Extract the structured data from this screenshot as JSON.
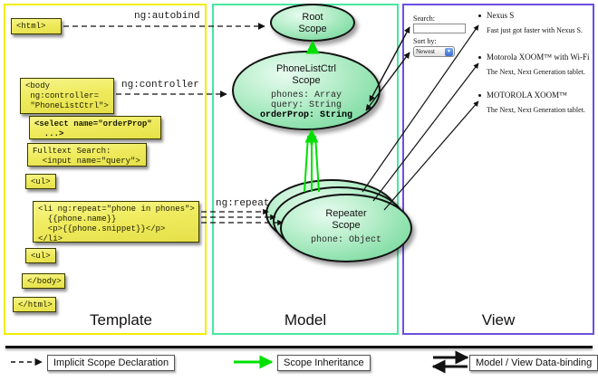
{
  "diagram": {
    "title": "AngularJS Template / Model / View data-binding diagram",
    "panels": {
      "template": {
        "label": "Template",
        "border_color": "#f2ee00"
      },
      "model": {
        "label": "Model",
        "border_color": "#49e6a0"
      },
      "view": {
        "label": "View",
        "border_color": "#6c4fe0"
      }
    }
  },
  "template_panel": {
    "boxes": [
      {
        "name": "html-open",
        "text": "<html>"
      },
      {
        "name": "body-open",
        "text": "<body\n ng:controller=\n \"PhoneListCtrl\">"
      },
      {
        "name": "select-tag",
        "text": "<select name=\"orderProp\"\n  ...>"
      },
      {
        "name": "search-input",
        "text": "Fulltext Search:\n  <input name=\"query\">"
      },
      {
        "name": "ul-open",
        "text": "<ul>"
      },
      {
        "name": "li-repeat",
        "text": "<li ng:repeat=\"phone in phones\">\n  {{phone.name}}\n  <p>{{phone.snippet}}</p>\n</li>"
      },
      {
        "name": "ul-close",
        "text": "<ul>"
      },
      {
        "name": "body-close",
        "text": "</body>"
      },
      {
        "name": "html-close",
        "text": "</html>"
      }
    ]
  },
  "model_panel": {
    "scopes": [
      {
        "name": "root-scope",
        "title_line1": "Root",
        "title_line2": "Scope",
        "properties": []
      },
      {
        "name": "phonelistctrl-scope",
        "title_line1": "PhoneListCtrl",
        "title_line2": "Scope",
        "properties": [
          {
            "text": "phones: Array",
            "bold": false
          },
          {
            "text": "query: String",
            "bold": false
          },
          {
            "text": "orderProp: String",
            "bold": true
          }
        ]
      },
      {
        "name": "repeater-scope",
        "title_line1": "Repeater",
        "title_line2": "Scope",
        "properties": [
          {
            "text": "phone: Object",
            "bold": false
          }
        ]
      }
    ]
  },
  "view_panel": {
    "search_label": "Search:",
    "search_value": "",
    "search_placeholder": "",
    "sort_label": "Sort by:",
    "sort_selected": "Newest",
    "sort_options": [
      "Newest"
    ],
    "phones": [
      {
        "name": "Nexus S",
        "snippet": "Fast just got faster with Nexus S."
      },
      {
        "name": "Motorola XOOM™ with Wi-Fi",
        "snippet": "The Next, Next Generation tablet."
      },
      {
        "name": "MOTOROLA XOOM™",
        "snippet": "The Next, Next Generation tablet."
      }
    ]
  },
  "edge_labels": [
    {
      "name": "ng-autobind",
      "text": "ng:autobind"
    },
    {
      "name": "ng-controller",
      "text": "ng:controller"
    },
    {
      "name": "ng-repeat",
      "text": "ng:repeat"
    }
  ],
  "legend": {
    "items": [
      {
        "name": "implicit-scope-declaration",
        "label": "Implicit Scope Declaration",
        "style": "dashed-arrow",
        "color": "#111111"
      },
      {
        "name": "scope-inheritance",
        "label": "Scope Inheritance",
        "style": "solid-arrow",
        "color": "#00e000"
      },
      {
        "name": "model-view-data-binding",
        "label": "Model / View Data-binding",
        "style": "double-arrow",
        "color": "#111111"
      }
    ]
  }
}
